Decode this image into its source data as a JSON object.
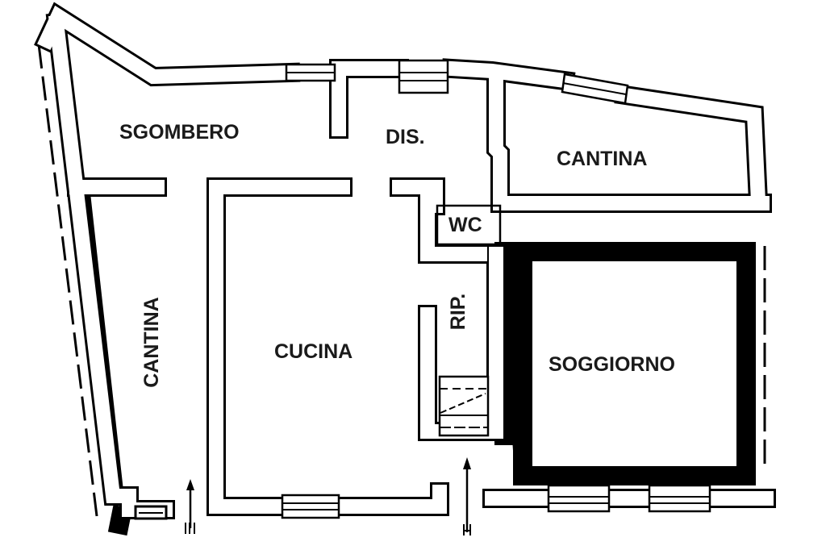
{
  "rooms": {
    "sgombero": "SGOMBERO",
    "dis": "DIS.",
    "cantina_top": "CANTINA",
    "wc": "WC",
    "cantina_left": "CANTINA",
    "cucina": "CUCINA",
    "rip": "RIP.",
    "soggiorno": "SOGGIORNO"
  },
  "colors": {
    "walls": "#000000",
    "background": "#ffffff",
    "text": "#1a1a1a"
  },
  "icons": [
    "entrance-arrow-icon",
    "entrance-arrow-icon",
    "staircase-icon",
    "window-icon"
  ]
}
